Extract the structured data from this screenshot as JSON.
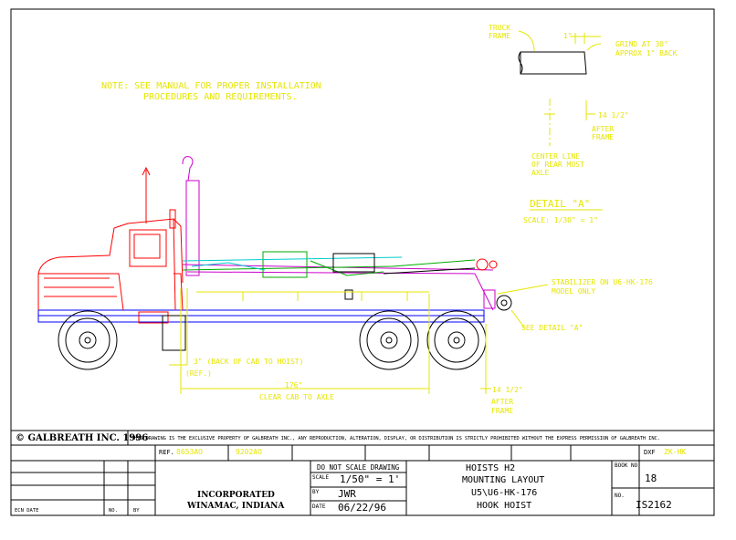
{
  "note": {
    "line1": "NOTE:  SEE MANUAL FOR PROPER INSTALLATION",
    "line2": "PROCEDURES AND REQUIREMENTS."
  },
  "detail": {
    "truck_frame_1": "TRUCK",
    "truck_frame_2": "FRAME",
    "one_inch": "1\"",
    "grind_1": "GRIND AT 30°",
    "grind_2": "APPROX 1\" BACK",
    "dim_after_1": "14 1/2\"",
    "dim_after_2": "AFTER",
    "dim_after_3": "FRAME",
    "center_1": "CENTER LINE",
    "center_2": "OF REAR MOST",
    "center_3": "AXLE",
    "title": "DETAIL  \"A\"",
    "scale": "SCALE:  1/30\" = 1\""
  },
  "callouts": {
    "stabilizer_1": "STABILIZER ON U6-HK-176",
    "stabilizer_2": "MODEL ONLY",
    "see_detail": "SEE DETAIL \"A\"",
    "back_of_cab": "3\" (BACK OF CAB TO HOIST)",
    "ref": "(REF.)",
    "dim_176": "176\"",
    "clear_cab": "CLEAR CAB TO AXLE",
    "axle_after_1": "14 1/2\"",
    "axle_after_2": "AFTER",
    "axle_after_3": "FRAME"
  },
  "title_block": {
    "copyright": "© GALBREATH INC.  1996",
    "disclaimer": "THIS DRAWING IS THE EXCLUSIVE PROPERTY OF GALBREATH INC., ANY REPRODUCTION, ALTERATION, DISPLAY, OR DISTRIBUTION IS STRICTLY PROHIBITED WITHOUT THE EXPRESS PERMISSION OF GALBREATH INC.",
    "ref_label": "REF.",
    "ref_1": "8653AO",
    "ref_2": "9202AO",
    "dxf_label": "DXF",
    "dxf_value": "ZK-HK",
    "do_not_scale": "DO NOT SCALE DRAWING",
    "scale_label": "SCALE",
    "scale_value": "1/50\" = 1'",
    "by_label": "BY",
    "by_value": "JWR",
    "date_label": "DATE",
    "date_value": "06/22/96",
    "company_1": "INCORPORATED",
    "company_2": "WINAMAC, INDIANA",
    "title_1": "HOISTS   H2",
    "title_2": "MOUNTING LAYOUT",
    "title_3": "U5\\U6-HK-176",
    "title_4": "HOOK HOIST",
    "book_label": "BOOK NO.",
    "book_value": "18",
    "no_label": "NO.",
    "no_value": "IS2162",
    "ecn_date": "ECN DATE",
    "ecn_no": "NO.",
    "ecn_by": "BY"
  },
  "colors": {
    "dimension": "#e6e600",
    "truck": "#ff0000",
    "frame": "#0000ff",
    "hoist": "#cc00cc",
    "hoist_alt": "#00aa00",
    "hoist_cyan": "#00cccc"
  }
}
